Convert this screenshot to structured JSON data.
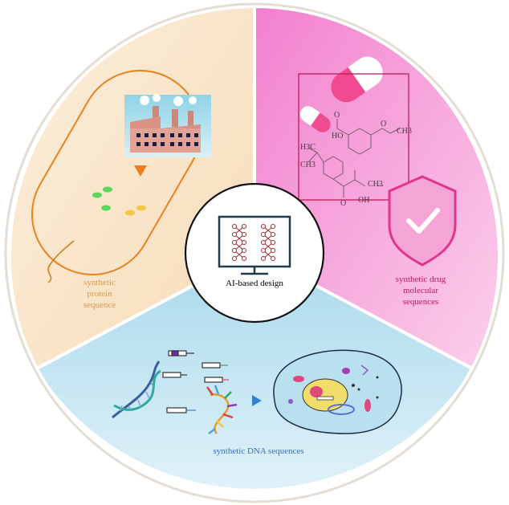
{
  "center": {
    "label": "AI-based design"
  },
  "segments": [
    {
      "key": "protein",
      "lines": [
        "synthetic",
        "protein",
        "sequence"
      ],
      "color": "#f7e3c8"
    },
    {
      "key": "drug",
      "lines": [
        "synthetic drug",
        "molecular",
        "sequences"
      ],
      "color": "#f6a8d8"
    },
    {
      "key": "dna",
      "lines": [
        "synthetic DNA sequences"
      ],
      "color": "#b9e0ef"
    }
  ],
  "molecule": {
    "atoms": [
      "HO",
      "O",
      "O",
      "CH3",
      "H3C",
      "CH3",
      "O",
      "CH3",
      "OH",
      "..."
    ]
  },
  "colors": {
    "protein_bg": "#f9e6cc",
    "drug_bg": "#f3a3d6",
    "dna_bg": "#bfe3f0",
    "border": "#e8e2da",
    "accent_orange": "#e87a1c",
    "accent_pink": "#e4408f",
    "accent_blue": "#3a7bd5"
  },
  "icons": [
    "bacterium-icon",
    "factory-icon",
    "arrow-down-icon",
    "pill-icon",
    "shield-check-icon",
    "monitor-neural-net-icon",
    "dna-helix-icon",
    "plasmid-icon",
    "cell-icon",
    "arrow-right-icon"
  ]
}
